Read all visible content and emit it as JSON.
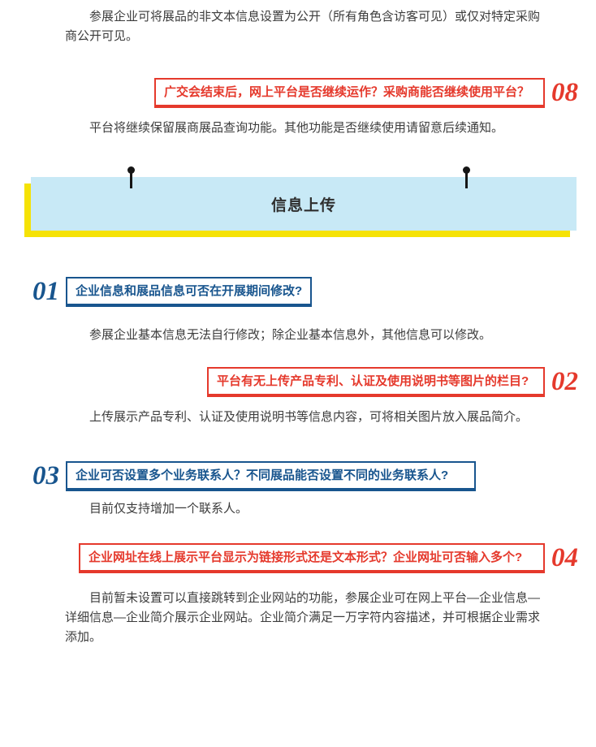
{
  "intro": "参展企业可将展品的非文本信息设置为公开（所有角色含访客可见）或仅对特定采购商公开可见。",
  "pre_section_faq": {
    "number": "08",
    "question": "广交会结束后，网上平台是否继续运作？采购商能否继续使用平台？",
    "answer": "平台将继续保留展商展品查询功能。其他功能是否继续使用请留意后续通知。"
  },
  "section_banner": {
    "title": "信息上传"
  },
  "faqs": [
    {
      "number": "01",
      "question": "企业信息和展品信息可否在开展期间修改?",
      "answer": "参展企业基本信息无法自行修改；除企业基本信息外，其他信息可以修改。"
    },
    {
      "number": "02",
      "question": "平台有无上传产品专利、认证及使用说明书等图片的栏目?",
      "answer": "上传展示产品专利、认证及使用说明书等信息内容，可将相关图片放入展品简介。"
    },
    {
      "number": "03",
      "question": "企业可否设置多个业务联系人？不同展品能否设置不同的业务联系人?",
      "answer": "目前仅支持增加一个联系人。"
    },
    {
      "number": "04",
      "question": "企业网址在线上展示平台显示为链接形式还是文本形式？企业网址可否输入多个?",
      "answer": "目前暂未设置可以直接跳转到企业网站的功能，参展企业可在网上平台—企业信息—详细信息—企业简介展示企业网站。企业简介满足一万字符内容描述，并可根据企业需求添加。"
    }
  ],
  "colors": {
    "accent_red": "#e5392c",
    "accent_blue": "#18558e",
    "banner_blue": "#c8e9f6",
    "banner_yellow": "#f5e206",
    "body_text": "#3c3c3c"
  }
}
